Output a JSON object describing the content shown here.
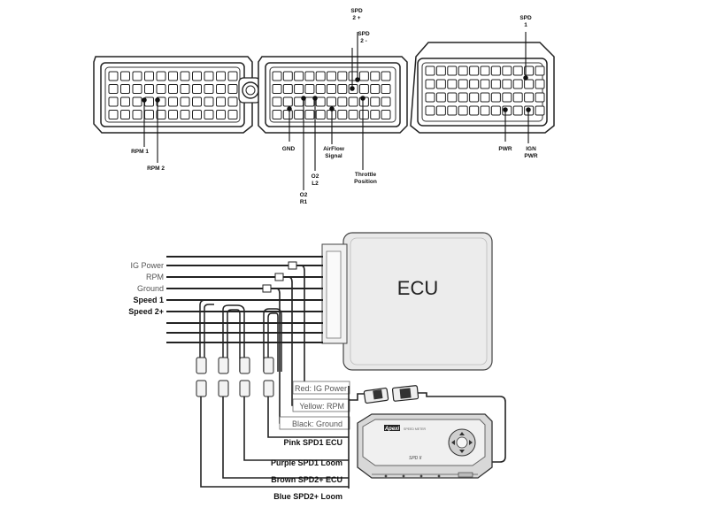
{
  "connector_pins": {
    "spd2_plus": [
      "SPD",
      "2 +"
    ],
    "spd2_minus": [
      "SPD",
      "2 -"
    ],
    "spd1": [
      "SPD",
      "1"
    ],
    "rpm1": [
      "RPM 1"
    ],
    "rpm2": [
      "RPM 2"
    ],
    "gnd": [
      "GND"
    ],
    "o2_r1": [
      "O2",
      "R1"
    ],
    "o2_l2": [
      "O2",
      "L2"
    ],
    "airflow": [
      "AirFlow",
      "Signal"
    ],
    "throttle": [
      "Throttle",
      "Position"
    ],
    "pwr": [
      "PWR"
    ],
    "ign_pwr": [
      "IGN",
      "PWR"
    ]
  },
  "ecu": {
    "label": "ECU"
  },
  "harness_inputs": {
    "ig_power": "IG Power",
    "rpm": "RPM",
    "ground": "Ground",
    "speed1": "Speed 1",
    "speed2": "Speed 2+"
  },
  "wire_labels": {
    "red": "Red: IG Power",
    "yellow": "Yellow: RPM",
    "black": "Black: Ground",
    "pink": "Pink SPD1 ECU",
    "purple": "Purple SPD1 Loom",
    "brown": "Brown SPD2+ ECU",
    "blue": "Blue SPD2+ Loom"
  },
  "device": {
    "brand": "Apexi",
    "small_text": "SPEED METER",
    "model": "SPD II"
  }
}
